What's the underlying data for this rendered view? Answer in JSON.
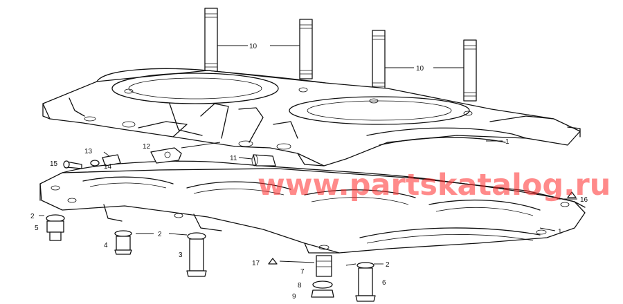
{
  "watermark": {
    "text": "www.partskatalog.ru",
    "color": "#ff2a2a"
  },
  "callouts": {
    "c10a": "10",
    "c10b": "10",
    "c1a": "1",
    "c1b": "1",
    "c2a": "2",
    "c2b": "2",
    "c2c": "2",
    "c3": "3",
    "c4": "4",
    "c5": "5",
    "c6": "6",
    "c7": "7",
    "c8": "8",
    "c9": "9",
    "c11": "11",
    "c12": "12",
    "c13": "13",
    "c14": "14",
    "c15": "15",
    "c16": "16",
    "c17": "17"
  }
}
